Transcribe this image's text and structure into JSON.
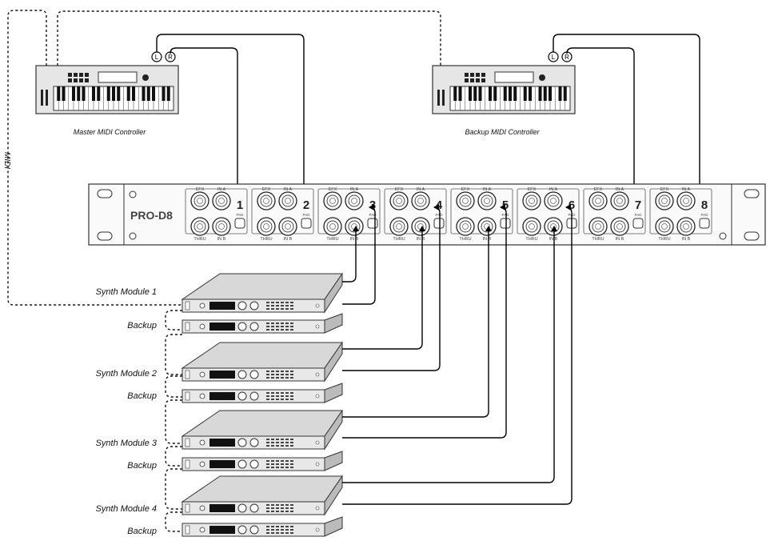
{
  "title": "",
  "controllers": {
    "master": {
      "label": "Master MIDI Controller",
      "left": "L",
      "right": "R"
    },
    "backup": {
      "label": "Backup MIDI Controller",
      "left": "L",
      "right": "R"
    }
  },
  "midi_label": "MIDI",
  "rack": {
    "name": "PRO-D8",
    "channels": [
      {
        "number": "1",
        "efx": "EFX",
        "in_a": "IN A",
        "thru": "THRU",
        "in_b": "IN B",
        "pad": "PAD"
      },
      {
        "number": "2",
        "efx": "EFX",
        "in_a": "IN A",
        "thru": "THRU",
        "in_b": "IN B",
        "pad": "PAD"
      },
      {
        "number": "3",
        "efx": "EFX",
        "in_a": "IN A",
        "thru": "THRU",
        "in_b": "IN B",
        "pad": "PAD"
      },
      {
        "number": "4",
        "efx": "EFX",
        "in_a": "IN A",
        "thru": "THRU",
        "in_b": "IN B",
        "pad": "PAD"
      },
      {
        "number": "5",
        "efx": "EFX",
        "in_a": "IN A",
        "thru": "THRU",
        "in_b": "IN B",
        "pad": "PAD"
      },
      {
        "number": "6",
        "efx": "EFX",
        "in_a": "IN A",
        "thru": "THRU",
        "in_b": "IN B",
        "pad": "PAD"
      },
      {
        "number": "7",
        "efx": "EFX",
        "in_a": "IN A",
        "thru": "THRU",
        "in_b": "IN B",
        "pad": "PAD"
      },
      {
        "number": "8",
        "efx": "EFX",
        "in_a": "IN A",
        "thru": "THRU",
        "in_b": "IN B",
        "pad": "PAD"
      }
    ]
  },
  "modules": [
    {
      "label": "Synth Module 1",
      "backup_label": "Backup"
    },
    {
      "label": "Synth Module 2",
      "backup_label": "Backup"
    },
    {
      "label": "Synth Module 3",
      "backup_label": "Backup"
    },
    {
      "label": "Synth Module 4",
      "backup_label": "Backup"
    }
  ]
}
